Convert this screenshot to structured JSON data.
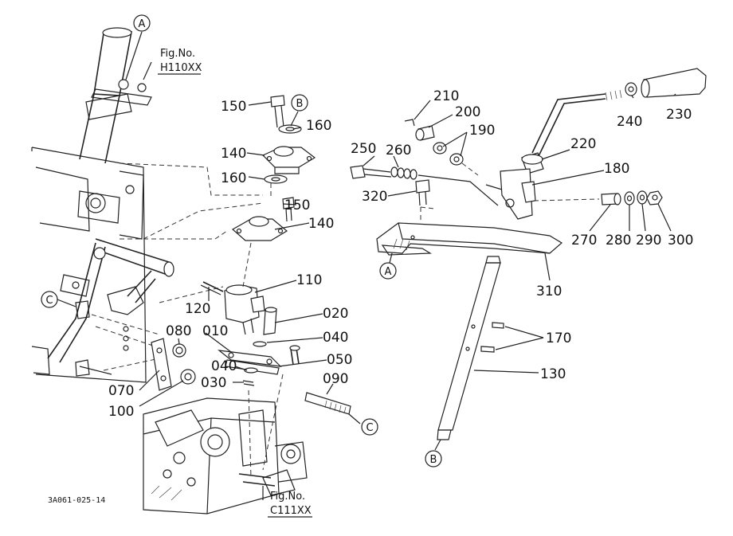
{
  "diagram": {
    "document_code": "3A061-025-14",
    "references": [
      {
        "id": "fig-h110xx",
        "line1": "Fig.No.",
        "line2": "H110XX"
      },
      {
        "id": "fig-c111xx",
        "line1": "Fig.No.",
        "line2": "C111XX"
      }
    ],
    "callouts": [
      "A",
      "B",
      "C"
    ],
    "parts": [
      "010",
      "020",
      "030",
      "040",
      "050",
      "070",
      "080",
      "090",
      "100",
      "110",
      "120",
      "130",
      "140",
      "150",
      "160",
      "170",
      "180",
      "190",
      "200",
      "210",
      "220",
      "230",
      "240",
      "250",
      "260",
      "270",
      "280",
      "290",
      "300",
      "310",
      "320"
    ]
  }
}
